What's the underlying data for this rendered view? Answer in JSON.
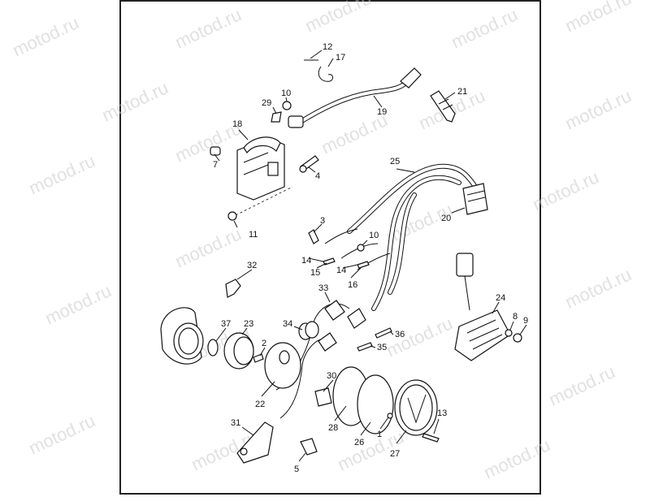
{
  "watermark": "motod.ru",
  "callouts": [
    {
      "id": "c1",
      "label": "1"
    },
    {
      "id": "c2",
      "label": "2"
    },
    {
      "id": "c3",
      "label": "3"
    },
    {
      "id": "c4",
      "label": "4"
    },
    {
      "id": "c5",
      "label": "5"
    },
    {
      "id": "c7",
      "label": "7"
    },
    {
      "id": "c8",
      "label": "8"
    },
    {
      "id": "c9",
      "label": "9"
    },
    {
      "id": "c10a",
      "label": "10"
    },
    {
      "id": "c10b",
      "label": "10"
    },
    {
      "id": "c11",
      "label": "11"
    },
    {
      "id": "c12",
      "label": "12"
    },
    {
      "id": "c13",
      "label": "13"
    },
    {
      "id": "c14a",
      "label": "14"
    },
    {
      "id": "c14b",
      "label": "14"
    },
    {
      "id": "c15",
      "label": "15"
    },
    {
      "id": "c16",
      "label": "16"
    },
    {
      "id": "c17",
      "label": "17"
    },
    {
      "id": "c18",
      "label": "18"
    },
    {
      "id": "c19",
      "label": "19"
    },
    {
      "id": "c20",
      "label": "20"
    },
    {
      "id": "c21",
      "label": "21"
    },
    {
      "id": "c22",
      "label": "22"
    },
    {
      "id": "c23",
      "label": "23"
    },
    {
      "id": "c24",
      "label": "24"
    },
    {
      "id": "c25",
      "label": "25"
    },
    {
      "id": "c26",
      "label": "26"
    },
    {
      "id": "c27",
      "label": "27"
    },
    {
      "id": "c28",
      "label": "28"
    },
    {
      "id": "c29",
      "label": "29"
    },
    {
      "id": "c30",
      "label": "30"
    },
    {
      "id": "c31",
      "label": "31"
    },
    {
      "id": "c32",
      "label": "32"
    },
    {
      "id": "c33",
      "label": "33"
    },
    {
      "id": "c34",
      "label": "34"
    },
    {
      "id": "c35",
      "label": "35"
    },
    {
      "id": "c36",
      "label": "36"
    },
    {
      "id": "c37",
      "label": "37"
    }
  ]
}
